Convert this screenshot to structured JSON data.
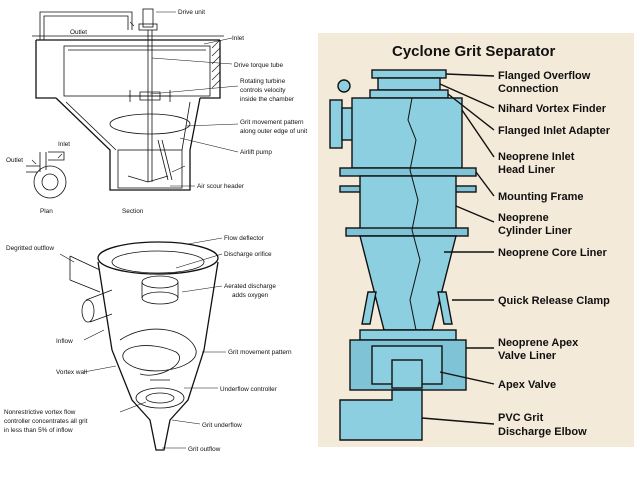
{
  "top_diagram": {
    "labels": [
      "Drive unit",
      "Outlet",
      "Inlet",
      "Drive torque tube",
      "Rotating turbine",
      "controls velocity",
      "inside the chamber",
      "Grit movement pattern",
      "along outer edge of unit",
      "Airlift pump",
      "Air scour header",
      "Inlet",
      "Outlet",
      "Plan",
      "Section"
    ]
  },
  "bottom_diagram": {
    "labels": [
      "Degritted outflow",
      "Flow deflector",
      "Discharge orifice",
      "Aerated discharge",
      "adds oxygen",
      "Inflow",
      "Grit movement pattern",
      "Vortex wall",
      "Underflow controller",
      "Nonrestrictive vortex flow",
      "controller concentrates all grit",
      "in less than 5% of inflow",
      "Grit underflow",
      "Grit outflow"
    ]
  },
  "cyclone": {
    "title": "Cyclone Grit Separator",
    "colors": {
      "panel": "#f3ead9",
      "body": "#8ccfe0",
      "outline": "#111111"
    },
    "labels": [
      "Flanged Overflow",
      "Connection",
      "Nihard Vortex Finder",
      "Flanged Inlet Adapter",
      "Neoprene Inlet",
      "Head Liner",
      "Mounting Frame",
      "Neoprene",
      "Cylinder Liner",
      "Neoprene Core Liner",
      "Quick Release Clamp",
      "Neoprene Apex",
      "Valve Liner",
      "Apex Valve",
      "PVC Grit",
      "Discharge Elbow"
    ]
  }
}
